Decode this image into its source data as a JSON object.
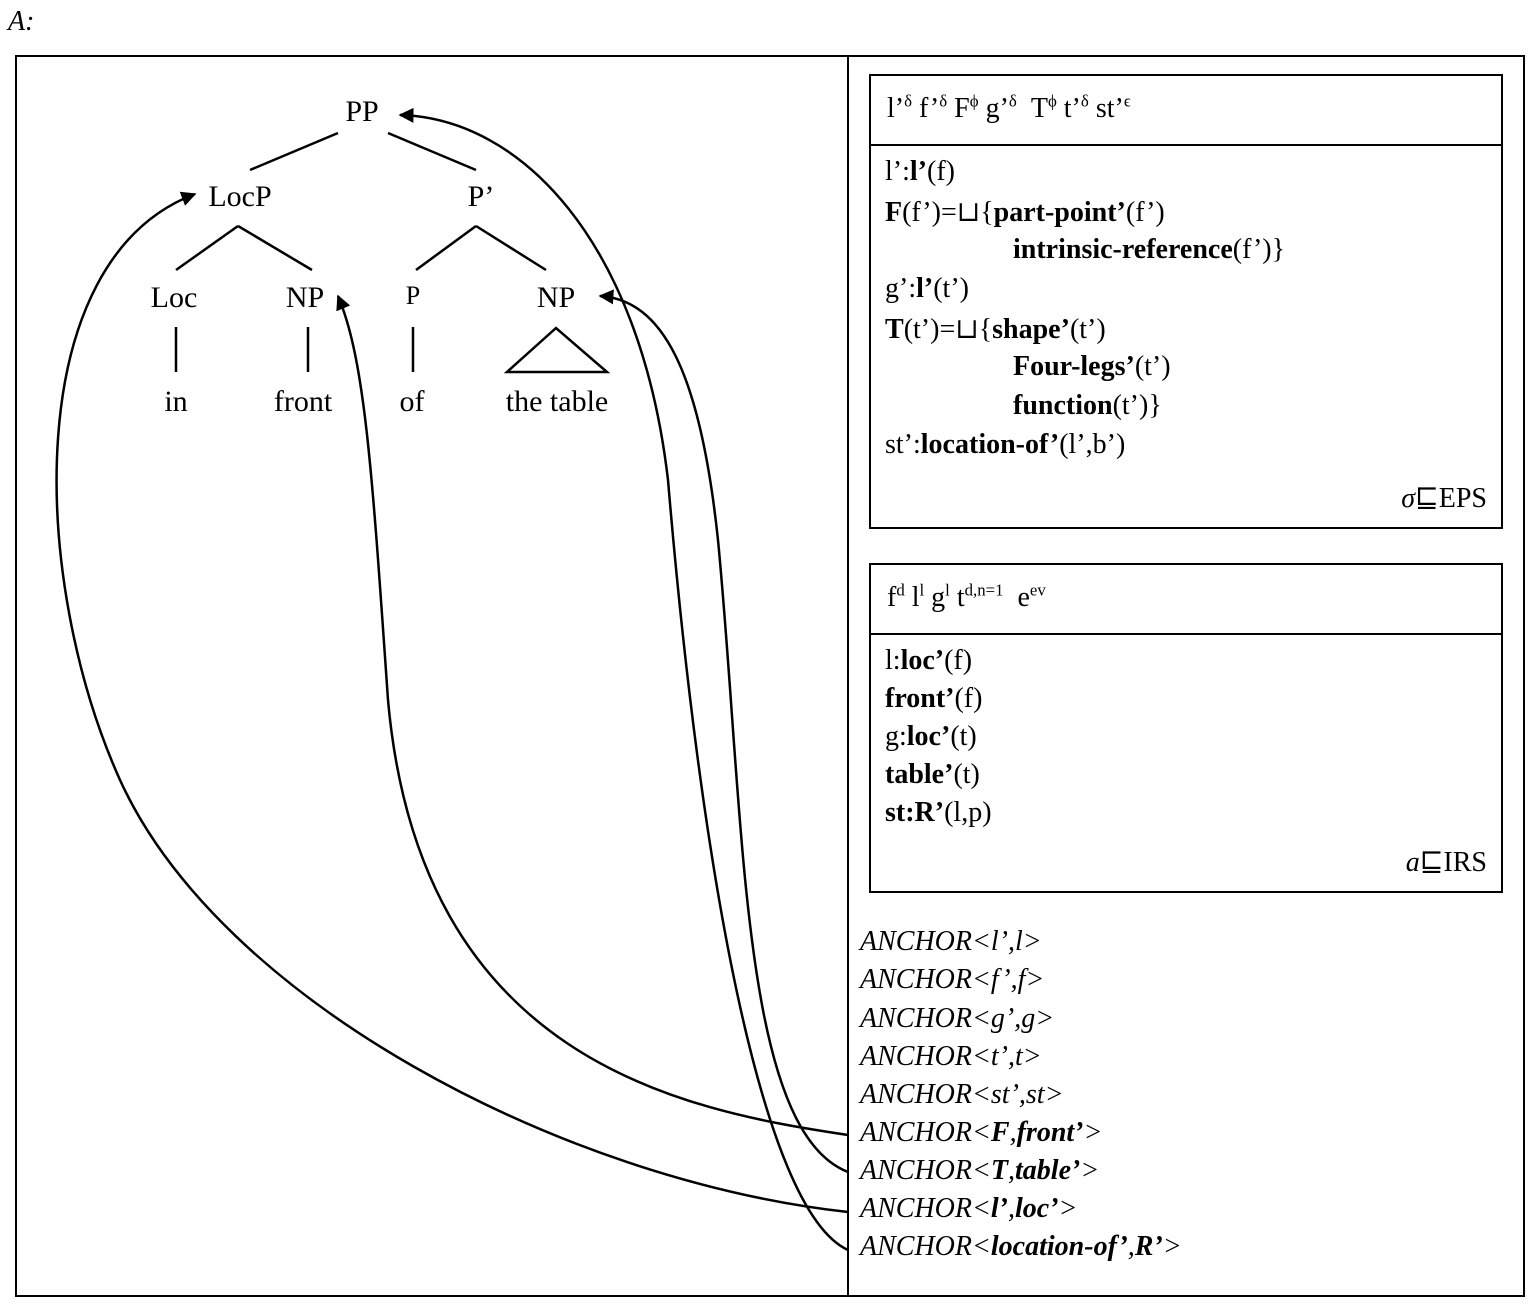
{
  "figure_label": "A:",
  "tree": {
    "pp": "PP",
    "locp": "LocP",
    "pbar": "P’",
    "loc": "Loc",
    "np1": "NP",
    "p": "P",
    "np2": "NP",
    "w_in": "in",
    "w_front": "front",
    "w_of": "of",
    "w_table": "the table"
  },
  "eps": {
    "universe": {
      "l": "l’",
      "l_sup": "δ",
      "f": "f’",
      "f_sup": "δ",
      "F": "F",
      "F_sup": "ϕ",
      "g": "g’",
      "g_sup": "δ",
      "T": "T",
      "T_sup": "ϕ",
      "t": "t’",
      "t_sup": "δ",
      "st": "st’",
      "st_sup": "ϵ"
    },
    "c1_pre": "l’:",
    "c1_bold": "l’",
    "c1_post": "(f)",
    "c2_bold": "F",
    "c2_mid": "(f’)=⊔{",
    "c2_bold2": "part-point’",
    "c2_post": "(f’)",
    "c3_bold": "intrinsic-reference",
    "c3_post": "(f’)}",
    "c4_pre": "g’:",
    "c4_bold": "l’",
    "c4_post": "(t’)",
    "c5_bold": "T",
    "c5_mid": "(t’)=⊔{",
    "c5_bold2": "shape’",
    "c5_post": "(t’)",
    "c6_bold": "Four-legs’",
    "c6_post": "(t’)",
    "c7_bold": "function",
    "c7_post": "(t’)}",
    "c8_pre": "st’:",
    "c8_bold": "location-of’",
    "c8_post": "(l’,b’)",
    "tag_sym": "σ",
    "tag_rel": "⊑EPS"
  },
  "irs": {
    "universe": {
      "f": "f",
      "f_sup": "d",
      "l": "l",
      "l_sup": "l",
      "g": "g",
      "g_sup": "l",
      "t": "t",
      "t_sup": "d,n=1",
      "e": "e",
      "e_sup": "ev"
    },
    "c1_pre": "l:",
    "c1_bold": "loc’",
    "c1_post": "(f)",
    "c2_bold": "front’",
    "c2_post": "(f)",
    "c3_pre": "g:",
    "c3_bold": "loc’",
    "c3_post": "(t)",
    "c4_bold": "table’",
    "c4_post": "(t)",
    "c5_bold": "st:R’",
    "c5_post": "(l,p)",
    "tag_sym": "a",
    "tag_rel": "⊑IRS"
  },
  "anchors": {
    "a1": "ANCHOR<l’,l>",
    "a2": "ANCHOR<f’,f>",
    "a3": "ANCHOR<g’,g>",
    "a4": "ANCHOR<t’,t>",
    "a5": "ANCHOR<st’,st>",
    "a6_pre": "ANCHOR<",
    "a6_bold": "F",
    "a6_sep": ",",
    "a6_bold2": "front’",
    "a6_post": ">",
    "a7_pre": "ANCHOR<",
    "a7_bold": "T",
    "a7_sep": ",",
    "a7_bold2": "table’",
    "a7_post": ">",
    "a8_pre": "ANCHOR<",
    "a8_bold": "l’",
    "a8_sep": ",",
    "a8_bold2": "loc’",
    "a8_post": ">",
    "a9_pre": "ANCHOR<",
    "a9_bold": "location-of’",
    "a9_sep": ",",
    "a9_bold2": "R’",
    "a9_post": ">"
  }
}
